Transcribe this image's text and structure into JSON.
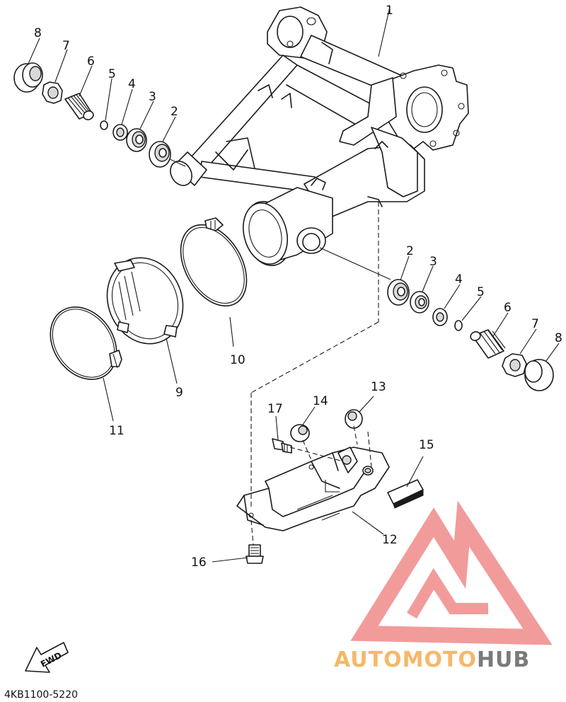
{
  "callouts": {
    "c1": "1",
    "c2a": "2",
    "c3a": "3",
    "c4a": "4",
    "c5a": "5",
    "c6a": "6",
    "c7a": "7",
    "c8a": "8",
    "c2b": "2",
    "c3b": "3",
    "c4b": "4",
    "c5b": "5",
    "c6b": "6",
    "c7b": "7",
    "c8b": "8",
    "c9": "9",
    "c10": "10",
    "c11": "11",
    "c12": "12",
    "c13": "13",
    "c14": "14",
    "c15": "15",
    "c16": "16",
    "c17": "17"
  },
  "fwd_label": "FWD",
  "diagram_code": "4KB1100-5220",
  "watermark": {
    "part1": "AUTOMOTO",
    "part2": "HUB",
    "color1": "#f5b86a",
    "color2": "#7a7a7a",
    "logo_color": "#f08a8a"
  }
}
